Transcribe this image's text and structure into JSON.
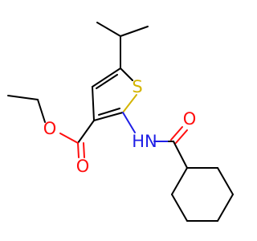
{
  "molecule": {
    "atoms": {
      "sulfur": {
        "symbol": "S",
        "color": "#d4b400"
      },
      "amide_nitrogen": {
        "symbol": "HN",
        "color": "#1e1ee6"
      },
      "amide_oxygen": {
        "symbol": "O",
        "color": "#ff0d0d"
      },
      "ester_carbonyl_oxygen": {
        "symbol": "O",
        "color": "#ff0d0d"
      },
      "ester_ether_oxygen": {
        "symbol": "O",
        "color": "#ff0d0d"
      }
    },
    "bond_color": "#000000"
  }
}
